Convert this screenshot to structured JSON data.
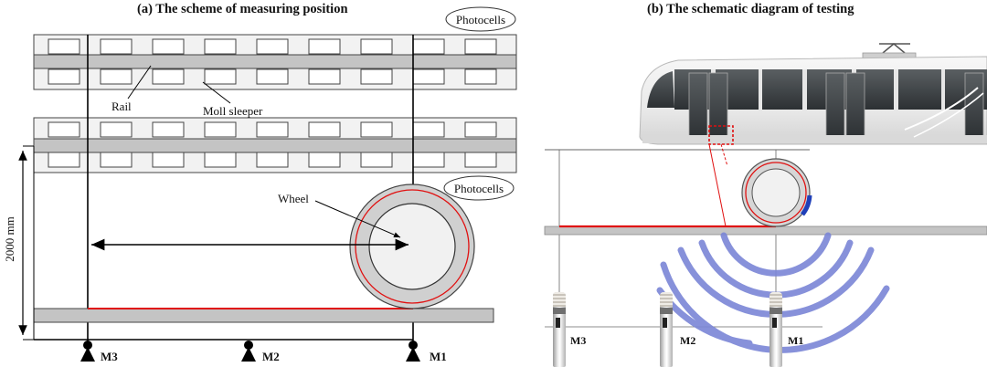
{
  "panel_a": {
    "title": "(a)  The scheme of measuring position",
    "photocells_top": "Photocells",
    "photocells_mid": "Photocells",
    "rail_label": "Rail",
    "sleeper_label": "Moll sleeper",
    "wheel_label": "Wheel",
    "dimension_label": "2000 mm",
    "sensors": [
      "M3",
      "M2",
      "M1"
    ]
  },
  "panel_b": {
    "title": "(b)  The schematic diagram of testing",
    "sensors": [
      "M3",
      "M2",
      "M1"
    ]
  },
  "colors": {
    "rail_gray": "#c4c4c4",
    "sleeper_fill": "#f2f2f2",
    "red_marker": "#e01010",
    "sound_waves": "#7b86d6",
    "wheel_blue_marker": "#1f3fb8"
  }
}
